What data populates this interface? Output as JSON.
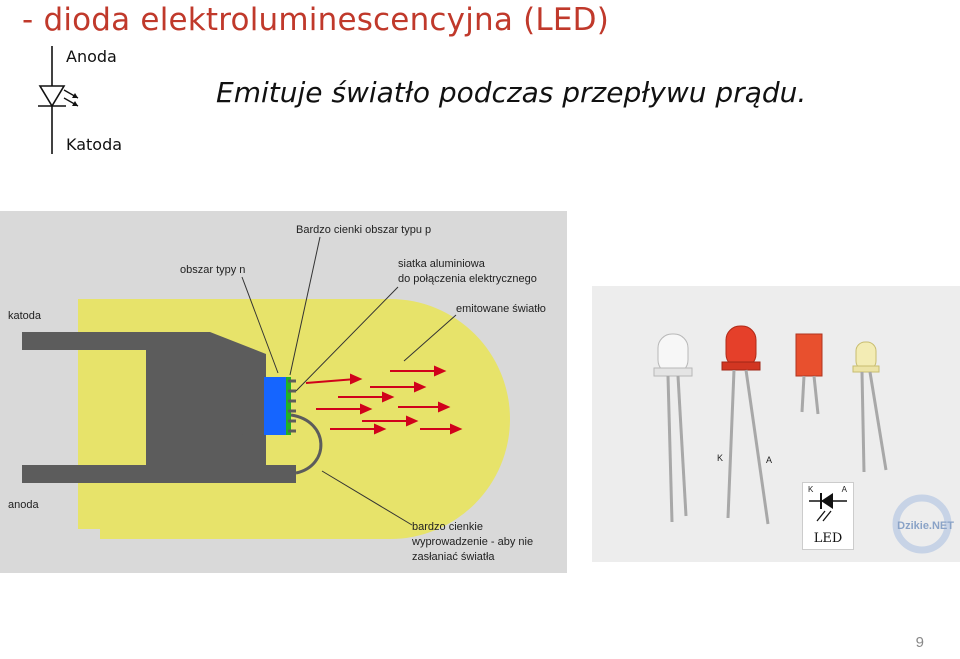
{
  "slide": {
    "title": "- dioda elektroluminescencyjna (LED)",
    "subtitle": "Emituje światło podczas przepływu prądu.",
    "page_number": "9"
  },
  "symbol": {
    "anode_label": "Anoda",
    "cathode_label": "Katoda"
  },
  "diagram": {
    "labels": {
      "p_region": "Bardzo cienki obszar typu p",
      "n_region": "obszar typy n",
      "mesh_line1": "siatka aluminiowa",
      "mesh_line2": "do połączenia elektrycznego",
      "emitted": "emitowane światło",
      "cathode": "katoda",
      "anode": "anoda",
      "leads_line1": "bardzo cienkie",
      "leads_line2": "wyprowadzenie - aby nie",
      "leads_line3": "zasłaniać światła"
    },
    "colors": {
      "body": "#e7e36a",
      "metal": "#5c5c5c",
      "n_region": "#1565ff",
      "p_region": "#23b023",
      "arrows": "#d0021b"
    }
  },
  "photo": {
    "lead_k": "K",
    "lead_a": "A",
    "box_k": "K",
    "box_a": "A",
    "box_text": "LED",
    "watermark": "Dzikie.NET"
  }
}
